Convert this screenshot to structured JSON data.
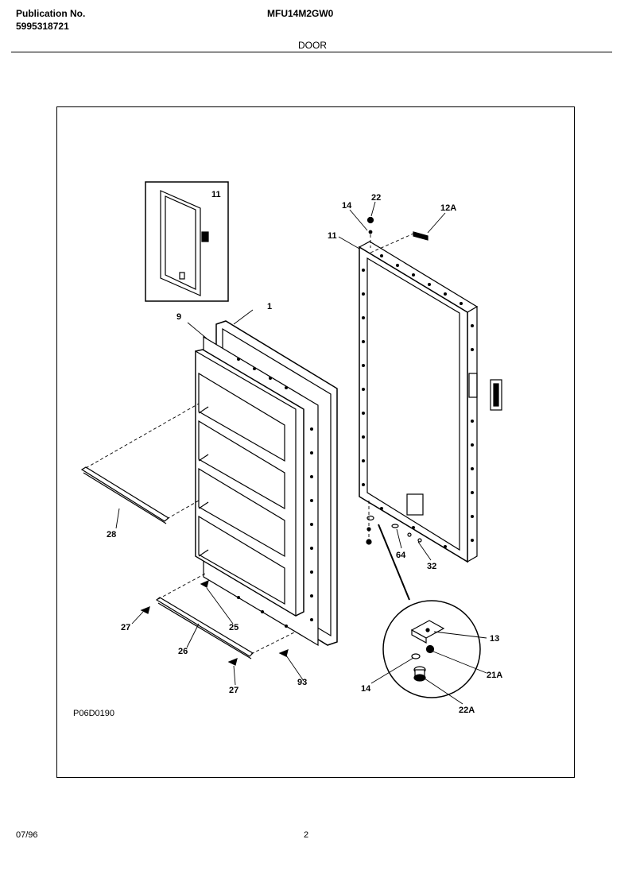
{
  "header": {
    "publication_label": "Publication No.",
    "publication_number": "5995318721",
    "model": "MFU14M2GW0",
    "section_title": "DOOR"
  },
  "diagram": {
    "drawing_code": "P06D0190",
    "callouts": {
      "inset_11": "11",
      "c22": "22",
      "c14_top": "14",
      "c12a": "12A",
      "c11": "11",
      "c1": "1",
      "c9": "9",
      "c28": "28",
      "c64": "64",
      "c32": "32",
      "c27a": "27",
      "c25": "25",
      "c26": "26",
      "c27b": "27",
      "c93": "93",
      "c13": "13",
      "c21a": "21A",
      "c14_bottom": "14",
      "c22a": "22A"
    }
  },
  "footer": {
    "date": "07/96",
    "page": "2"
  }
}
